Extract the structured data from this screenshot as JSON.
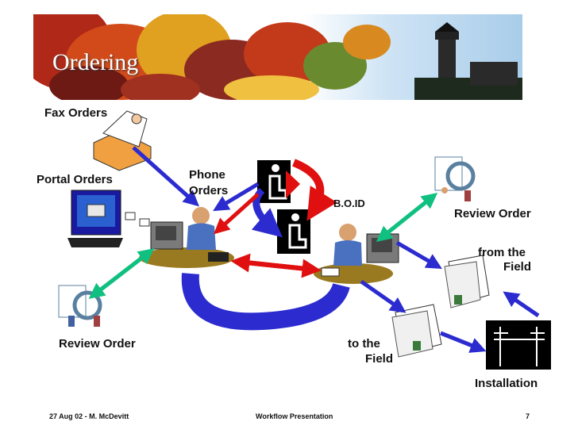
{
  "title": "Ordering",
  "labels": {
    "fax_orders": "Fax Orders",
    "portal_orders": "Portal Orders",
    "phone_orders_1": "Phone",
    "phone_orders_2": "Orders",
    "boid": "B.O.ID",
    "review_order_right": "Review Order",
    "from_the": "from the",
    "field_1": "Field",
    "review_order_left": "Review Order",
    "to_the": "to the",
    "field_2": "Field",
    "installation": "Installation"
  },
  "footer": {
    "left": "27 Aug 02 - M. McDevitt",
    "center": "Workflow Presentation",
    "page": "7"
  },
  "colors": {
    "arrow_blue": "#2b2bd0",
    "arrow_red": "#e01010",
    "arrow_green": "#10c080",
    "banner_leaves": "#c0301a",
    "banner_sky": "#b8d8f0"
  },
  "icons": [
    "fax-machine-icon",
    "computer-icon",
    "telephone-operator-icon",
    "person-at-desk-icon",
    "document-magnifier-icon",
    "paper-stack-icon",
    "utility-pole-icon"
  ]
}
